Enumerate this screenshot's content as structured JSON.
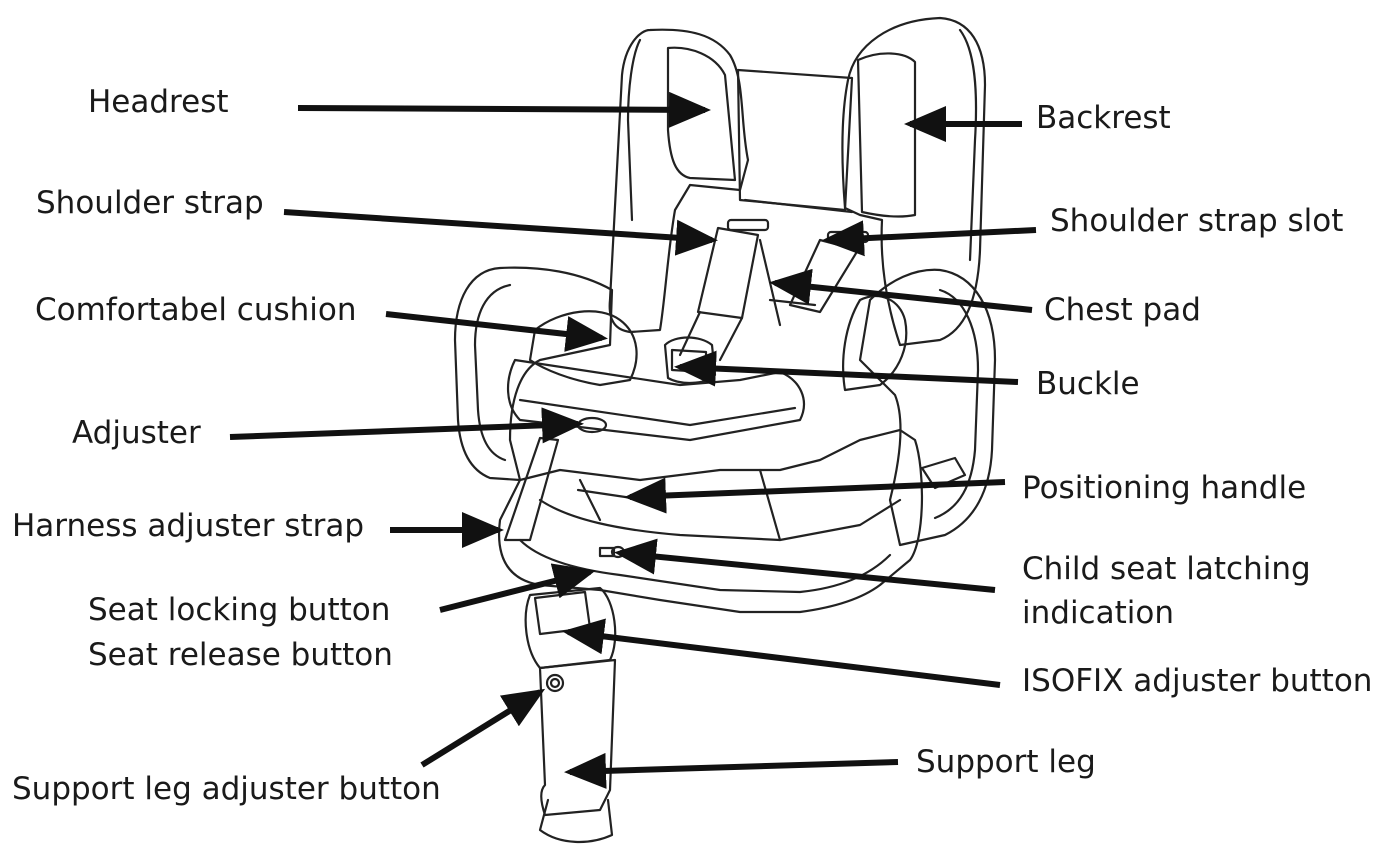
{
  "colors": {
    "line": "#222222",
    "arrow": "#111111",
    "handle_red": "#b5121b",
    "latch_green": "#1d8f4e",
    "isofix_yellow": "#f2c200",
    "isofix_gray": "#bdbdbd"
  },
  "labels": {
    "headrest": "Headrest",
    "backrest": "Backrest",
    "shoulder_strap": "Shoulder strap",
    "shoulder_strap_slot": "Shoulder strap slot",
    "comfortable_cushion": "Comfortabel cushion",
    "chest_pad": "Chest pad",
    "buckle": "Buckle",
    "adjuster": "Adjuster",
    "positioning_handle": "Positioning handle",
    "harness_adjuster_strap": "Harness adjuster strap",
    "child_seat_latching_line1": "Child seat latching",
    "child_seat_latching_line2": "indication",
    "seat_locking_button": "Seat locking button",
    "seat_release_button": "Seat release button",
    "isofix_adjuster_button": "ISOFIX adjuster button",
    "support_leg": "Support leg",
    "support_leg_adjuster_button": "Support leg adjuster button"
  }
}
